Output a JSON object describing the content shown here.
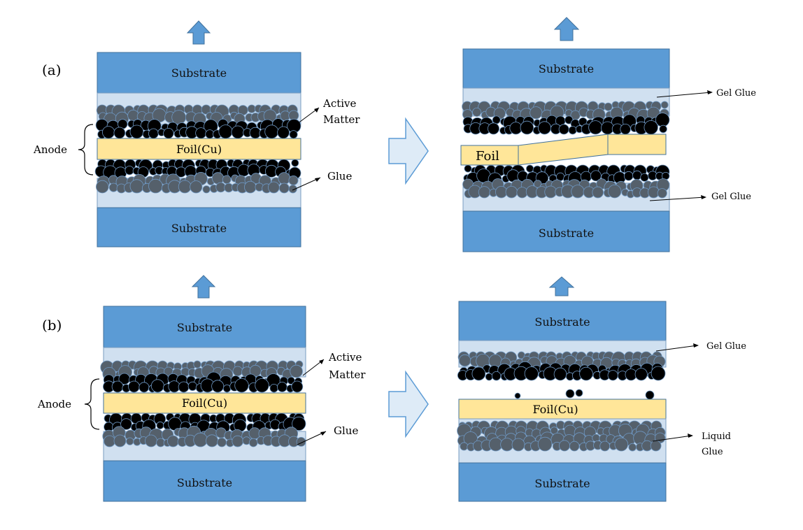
{
  "panels": [
    {
      "id": "a",
      "label": "(a)"
    },
    {
      "id": "b",
      "label": "(b)"
    }
  ],
  "labels": {
    "substrate": "Substrate",
    "foil_cu": "Foil(Cu)",
    "foil": "Foil",
    "anode": "Anode",
    "active_matter_line1": "Active",
    "active_matter_line2": "Matter",
    "glue": "Glue",
    "gel_glue": "Gel Glue",
    "liquid_glue_line1": "Liquid",
    "liquid_glue_line2": "Glue"
  },
  "colors": {
    "substrate": "#5b9bd5",
    "substrate_border": "#41719c",
    "glue": "#d0e0f0",
    "glue_border": "#7a9cc0",
    "foil": "#ffe699",
    "foil_border": "#41719c",
    "particle_dark": "#000000",
    "particle_grey": "#55606b",
    "particle_outline": "#6e97c2",
    "arrow_fill": "#5b9bd5",
    "big_arrow_fill": "#deebf7",
    "big_arrow_stroke": "#5b9bd5"
  }
}
